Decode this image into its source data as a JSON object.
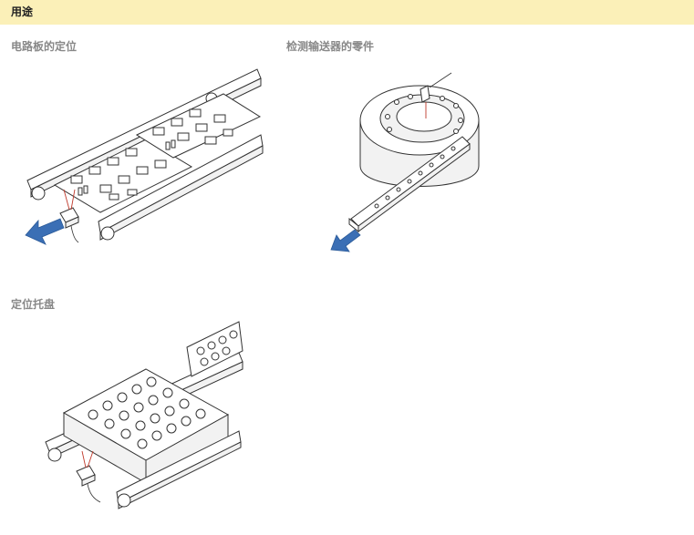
{
  "header": {
    "title": "用途"
  },
  "sections": [
    {
      "caption": "电路板的定位",
      "icon": "pcb-conveyor-illustration"
    },
    {
      "caption": "检测输送器的零件",
      "icon": "parts-feeder-illustration"
    },
    {
      "caption": "定位托盘",
      "icon": "tray-conveyor-illustration"
    }
  ],
  "colors": {
    "header_bg": "#fbf0b8",
    "caption_text": "#888888",
    "arrow_blue": "#3b6fb5",
    "beam_red": "#c0392b"
  }
}
